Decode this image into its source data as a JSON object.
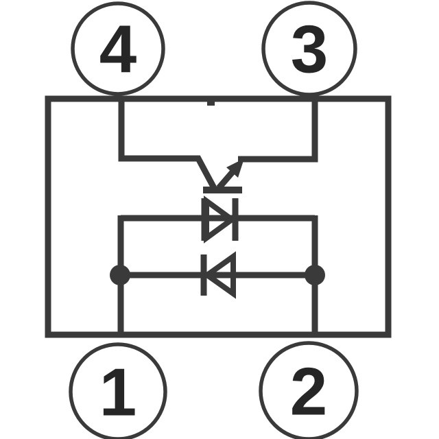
{
  "diagram": {
    "title": "Optocoupler internal circuit schematic",
    "type": "component-schematic",
    "pins": [
      {
        "number": "1",
        "position": "bottom-left",
        "connects_to": "LED pair left rail"
      },
      {
        "number": "2",
        "position": "bottom-right",
        "connects_to": "LED pair right rail"
      },
      {
        "number": "3",
        "position": "top-right",
        "connects_to": "phototransistor emitter"
      },
      {
        "number": "4",
        "position": "top-left",
        "connects_to": "phototransistor collector"
      }
    ],
    "components": [
      {
        "name": "package-outline",
        "symbol": "rectangle"
      },
      {
        "name": "phototransistor",
        "symbol": "npn-transistor-no-base-lead",
        "collector_pin": "4",
        "emitter_pin": "3"
      },
      {
        "name": "led-upper",
        "symbol": "diode-pointing-right",
        "between_pins": "1-2"
      },
      {
        "name": "led-lower",
        "symbol": "diode-pointing-left",
        "between_pins": "1-2"
      },
      {
        "name": "junction-dot-left",
        "symbol": "filled-circle"
      },
      {
        "name": "junction-dot-right",
        "symbol": "filled-circle"
      }
    ]
  },
  "colors": {
    "background": "#ffffff",
    "wire": "#3a3a3a",
    "text": "#262626"
  }
}
